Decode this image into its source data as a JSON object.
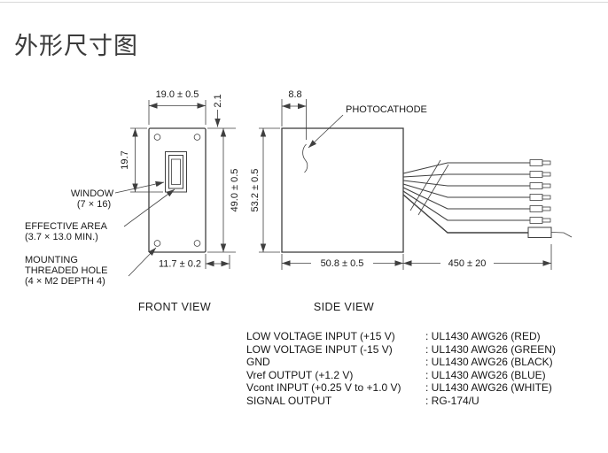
{
  "page": {
    "title": "外形尺寸图"
  },
  "front_view": {
    "caption": "FRONT VIEW",
    "dim_width": "19.0 ± 0.5",
    "dim_offset": "2.1",
    "dim_window_top": "19.7",
    "dim_height": "49.0 ± 0.5",
    "dim_depth": "11.7 ± 0.2",
    "label_window_1": "WINDOW",
    "label_window_2": "(7 × 16)",
    "label_effective_1": "EFFECTIVE AREA",
    "label_effective_2": "(3.7 × 13.0 MIN.)",
    "label_mounting_1": "MOUNTING",
    "label_mounting_2": "THREADED HOLE",
    "label_mounting_3": "(4 × M2 DEPTH 4)"
  },
  "side_view": {
    "caption": "SIDE VIEW",
    "dim_photocathode": "8.8",
    "label_photocathode": "PHOTOCATHODE",
    "dim_height": "53.2 ± 0.5",
    "dim_width": "50.8 ± 0.5",
    "dim_cable": "450 ± 20"
  },
  "wiring": {
    "rows": [
      {
        "name": "LOW VOLTAGE INPUT (+15 V)",
        "spec": ": UL1430 AWG26 (RED)"
      },
      {
        "name": "LOW VOLTAGE INPUT (-15 V)",
        "spec": ": UL1430 AWG26 (GREEN)"
      },
      {
        "name": "GND",
        "spec": ": UL1430 AWG26 (BLACK)"
      },
      {
        "name": "Vref OUTPUT (+1.2 V)",
        "spec": ": UL1430 AWG26 (BLUE)"
      },
      {
        "name": "Vcont INPUT (+0.25 V to +1.0 V)",
        "spec": ": UL1430 AWG26 (WHITE)"
      },
      {
        "name": "SIGNAL OUTPUT",
        "spec": ": RG-174/U"
      }
    ]
  },
  "colors": {
    "line": "#3f3f3f",
    "text": "#1a1a1a"
  }
}
